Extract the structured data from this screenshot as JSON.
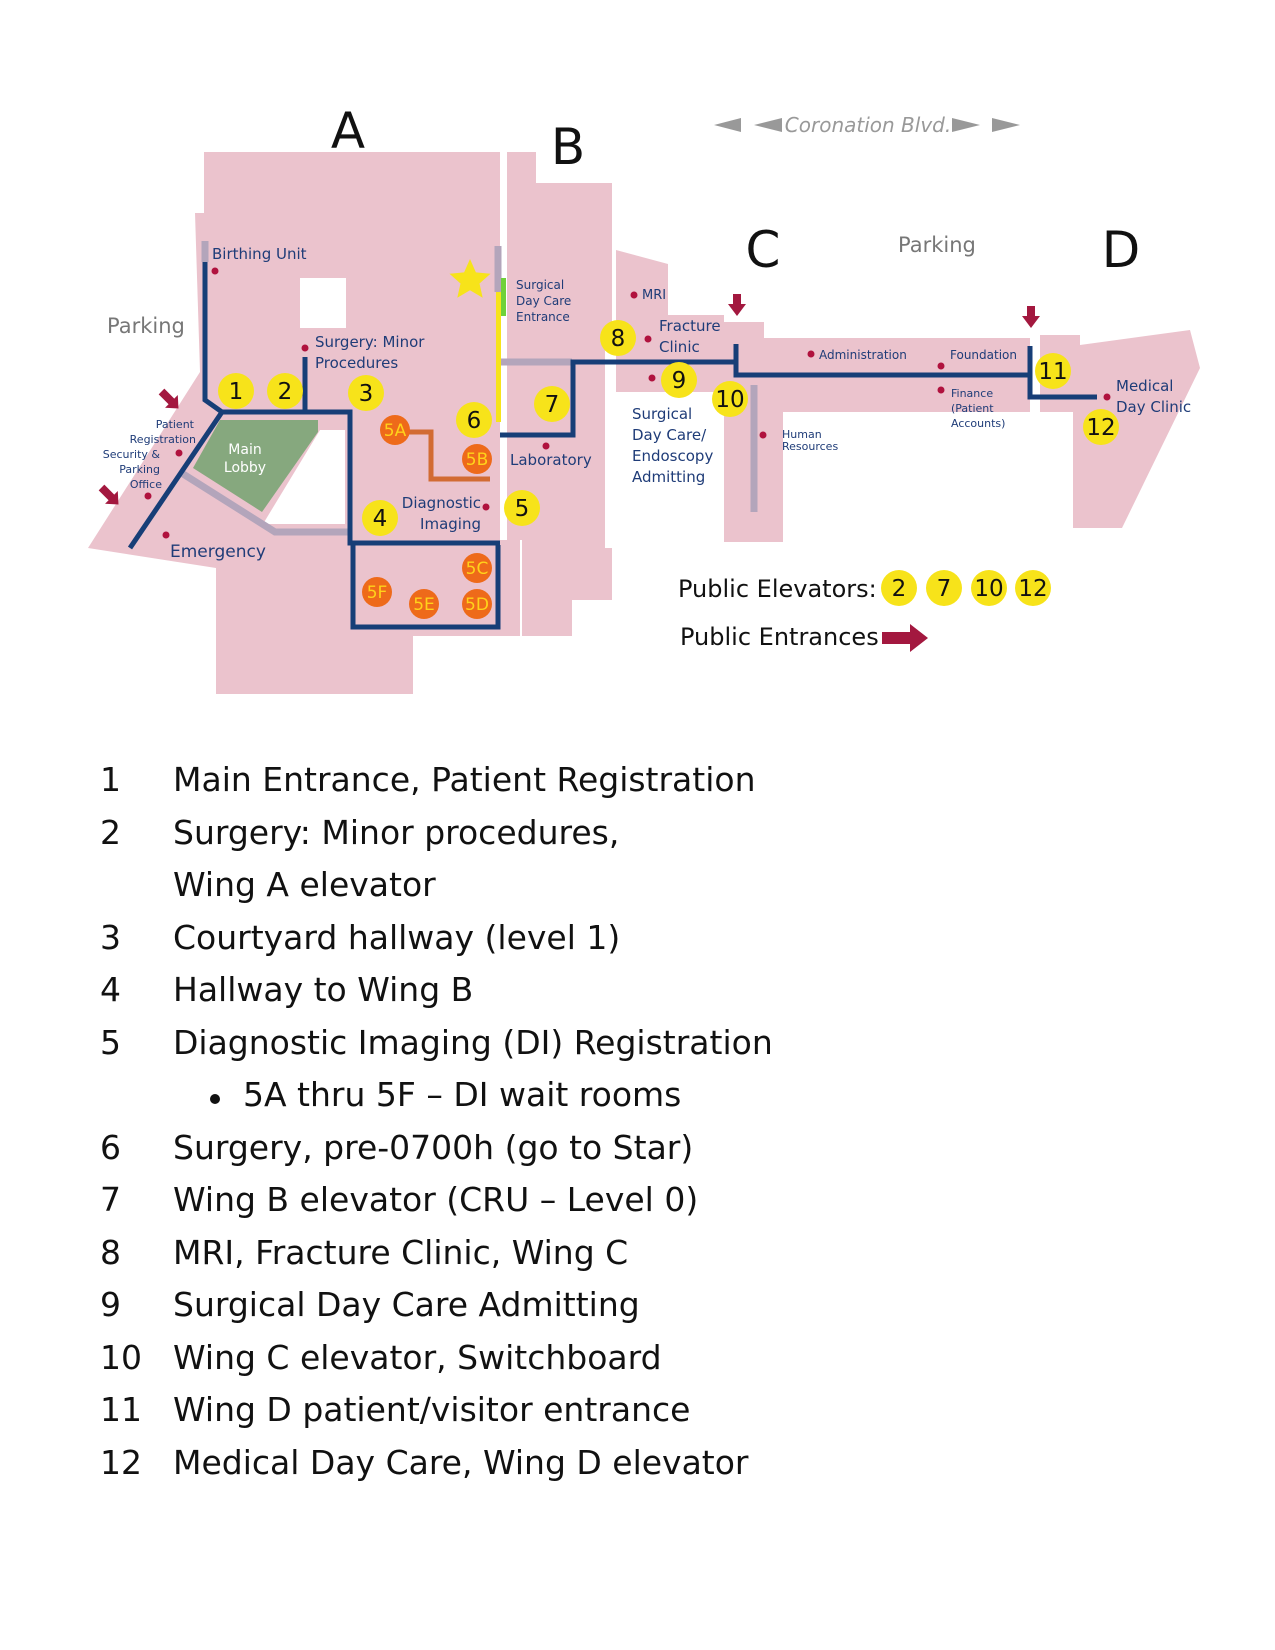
{
  "map": {
    "wings": [
      "A",
      "B",
      "C",
      "D"
    ],
    "parking_labels": [
      "Parking",
      "Parking"
    ],
    "street": "Coronation Blvd.",
    "departments": {
      "birthing_unit": "Birthing Unit",
      "surgery_minor": [
        "Surgery: Minor",
        "Procedures"
      ],
      "patient_registration": [
        "Patient",
        "Registration"
      ],
      "security": [
        "Security &",
        "Parking",
        "Office"
      ],
      "main_lobby": [
        "Main",
        "Lobby"
      ],
      "emergency": "Emergency",
      "diagnostic_imaging": [
        "Diagnostic",
        "Imaging"
      ],
      "surgical_day_care_entrance": [
        "Surgical",
        "Day Care",
        "Entrance"
      ],
      "laboratory": "Laboratory",
      "mri": "MRI",
      "fracture_clinic": [
        "Fracture",
        "Clinic"
      ],
      "surgical_day_care_admitting": [
        "Surgical",
        "Day Care/",
        "Endoscopy",
        "Admitting"
      ],
      "administration": "Administration",
      "foundation": "Foundation",
      "finance": [
        "Finance",
        "(Patient",
        "Accounts)"
      ],
      "human_resources": [
        "Human",
        "Resources"
      ],
      "medical_day_clinic": [
        "Medical",
        "Day Clinic"
      ]
    },
    "markers": [
      "1",
      "2",
      "3",
      "4",
      "5",
      "6",
      "7",
      "8",
      "9",
      "10",
      "11",
      "12"
    ],
    "wait_rooms": [
      "5A",
      "5B",
      "5C",
      "5D",
      "5E",
      "5F"
    ],
    "legend": {
      "elevators_label": "Public Elevators:",
      "elevators": [
        "2",
        "7",
        "10",
        "12"
      ],
      "entrances_label": "Public Entrances"
    },
    "colors": {
      "building": "#ebc3cd",
      "corridor": "#173e77",
      "corridor_secondary": "#b3a5bb",
      "lobby": "#86a87e",
      "marker": "#f7e31a",
      "wait_room": "#ee6a1a",
      "entrance_arrow": "#a3183f",
      "room_dot": "#b0123e",
      "star": "#f7e31a"
    }
  },
  "key": [
    {
      "num": "1",
      "text": "Main Entrance, Patient Registration"
    },
    {
      "num": "2",
      "text": "Surgery: Minor procedures,"
    },
    {
      "num": "",
      "text": "Wing A elevator"
    },
    {
      "num": "3",
      "text": "Courtyard hallway (level 1)"
    },
    {
      "num": "4",
      "text": "Hallway to Wing B"
    },
    {
      "num": "5",
      "text": "Diagnostic Imaging (DI) Registration"
    },
    {
      "num": "",
      "text": "5A thru 5F – DI wait rooms",
      "bullet": true
    },
    {
      "num": "6",
      "text": "Surgery, pre-0700h (go to Star)"
    },
    {
      "num": "7",
      "text": "Wing B elevator (CRU – Level 0)"
    },
    {
      "num": "8",
      "text": "MRI, Fracture Clinic, Wing C"
    },
    {
      "num": "9",
      "text": "Surgical Day Care Admitting"
    },
    {
      "num": "10",
      "text": "Wing C elevator, Switchboard"
    },
    {
      "num": "11",
      "text": "Wing D patient/visitor entrance"
    },
    {
      "num": "12",
      "text": "Medical Day Care, Wing D elevator"
    }
  ]
}
